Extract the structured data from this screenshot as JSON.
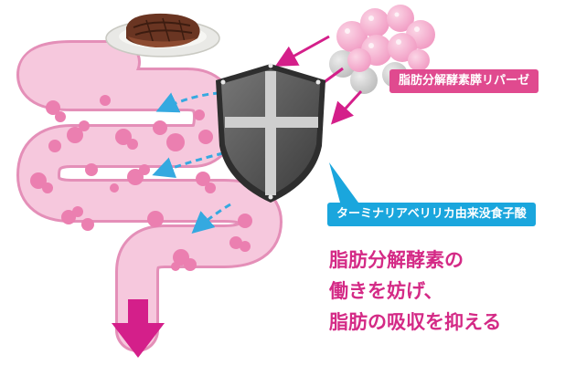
{
  "labels": {
    "lipase": "脂肪分解酵素膵リパーゼ",
    "extract": "ターミナリアベリリカ由来没食子酸"
  },
  "headline": {
    "line1": "脂肪分解酵素の",
    "line2": "働きを妨げ、",
    "line3": "脂肪の吸収を抑える"
  },
  "colors": {
    "intestine": "#f6c8dd",
    "intestine_spots": "#eb7fb0",
    "arrow_magenta": "#d41f8a",
    "arrow_blue": "#35a9e0",
    "shield": "#555555",
    "lipase_box": "#e04a8f",
    "extract_box": "#1aa6dd",
    "headline_text": "#d42a86"
  },
  "icons": [
    "steak-plate-icon",
    "shield-icon",
    "enzyme-cluster-icon",
    "down-arrow-icon"
  ]
}
